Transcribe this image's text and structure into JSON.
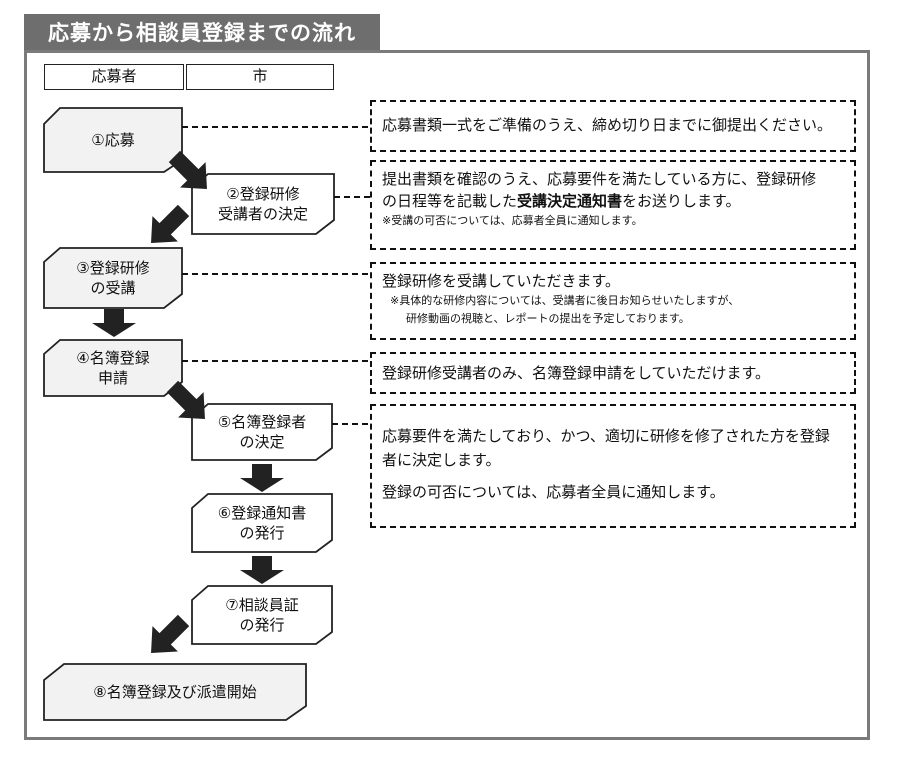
{
  "title": "応募から相談員登録までの流れ",
  "columns": {
    "applicant": "応募者",
    "city": "市"
  },
  "steps": [
    {
      "label": "①応募"
    },
    {
      "label": "②登録研修\n受講者の決定"
    },
    {
      "label": "③登録研修\nの受講"
    },
    {
      "label": "④名簿登録\n申請"
    },
    {
      "label": "⑤名簿登録者\nの決定"
    },
    {
      "label": "⑥登録通知書\nの発行"
    },
    {
      "label": "⑦相談員証\nの発行"
    },
    {
      "label": "⑧名簿登録及び派遣開始"
    }
  ],
  "notes": {
    "n1": "応募書類一式をご準備のうえ、締め切り日までに御提出ください。",
    "n2_line1": "提出書類を確認のうえ、応募要件を満たしている方に、登録研修",
    "n2_line2_pre": "の日程等を記載した",
    "n2_line2_bold": "受講決定通知書",
    "n2_line2_post": "をお送りします。",
    "n2_small": "※受講の可否については、応募者全員に通知します。",
    "n3_main": "登録研修を受講していただきます。",
    "n3_small1": "※具体的な研修内容については、受講者に後日お知らせいたしますが、",
    "n3_small2": "研修動画の視聴と、レポートの提出を予定しております。",
    "n4": "登録研修受講者のみ、名簿登録申請をしていただけます。",
    "n5_p1": "応募要件を満たしており、かつ、適切に研修を修了された方を登録者に決定します。",
    "n5_p2": "登録の可否については、応募者全員に通知します。"
  },
  "colors": {
    "shape_fill": "#f2f2f2",
    "tab": "#6e6e6e",
    "frame": "#7a7a7a",
    "arrow": "#222222"
  }
}
